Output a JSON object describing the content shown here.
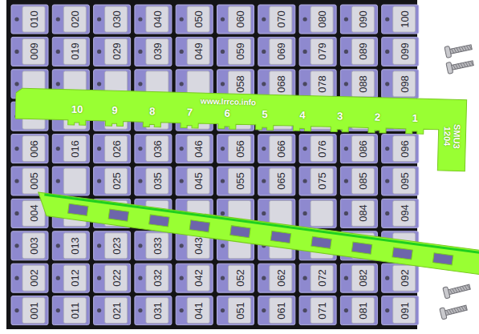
{
  "diagram": {
    "nodes": [
      {
        "text": [
          "10",
          "9",
          "8",
          "7",
          "6",
          "5",
          "4",
          "3",
          "2",
          "1",
          "www.lrrco.info",
          "SMU3 1204"
        ]
      }
    ],
    "labels": [
      "010",
      "020",
      "030",
      "040",
      "050",
      "060",
      "070",
      "080",
      "090",
      "100",
      "009",
      "019",
      "029",
      "039",
      "049",
      "059",
      "069",
      "079",
      "089",
      "099",
      "058",
      "068",
      "078",
      "088",
      "098",
      "006",
      "016",
      "026",
      "036",
      "046",
      "056",
      "066",
      "076",
      "086",
      "096",
      "005",
      "025",
      "035",
      "045",
      "055",
      "065",
      "075",
      "085",
      "095",
      "004",
      "084",
      "094",
      "003",
      "013",
      "023",
      "033",
      "043",
      "002",
      "012",
      "022",
      "032",
      "042",
      "052",
      "062",
      "072",
      "082",
      "092",
      "001",
      "011",
      "021",
      "031",
      "041",
      "051",
      "061",
      "071",
      "081",
      "091"
    ]
  }
}
